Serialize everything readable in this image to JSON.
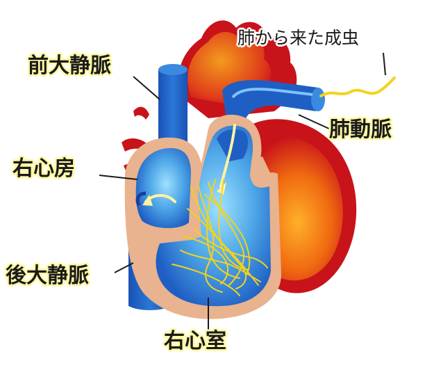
{
  "labels": {
    "anterior_vena_cava": "前大静脈",
    "right_atrium": "右心房",
    "posterior_vena_cava": "後大静脈",
    "right_ventricle": "右心室",
    "pulmonary_artery": "肺動脈",
    "worm_from_lung": "肺から来た成虫"
  },
  "colors": {
    "arterial_red": "#c8131a",
    "arterial_orange": "#f07a12",
    "venous_blue": "#1f5fc4",
    "chamber_light_blue": "#4fa8e8",
    "wall_tan": "#e8b38e",
    "worm_yellow": "#f3d21c",
    "label_halo": "#fff9a8"
  }
}
